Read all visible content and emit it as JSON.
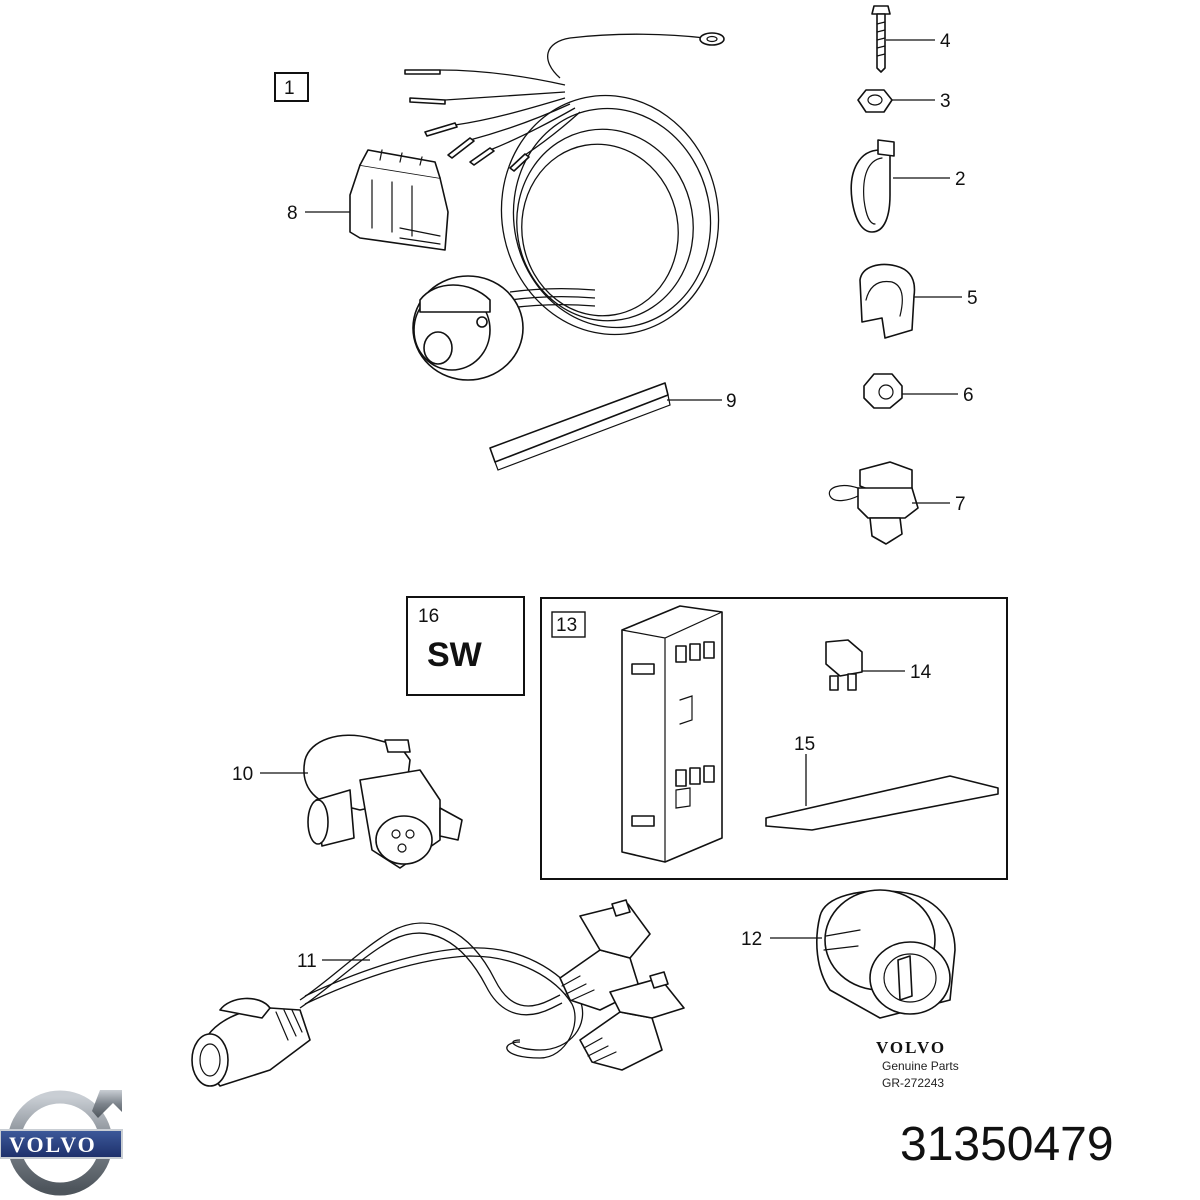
{
  "callouts": {
    "c1": "1",
    "c2": "2",
    "c3": "3",
    "c4": "4",
    "c5": "5",
    "c6": "6",
    "c7": "7",
    "c8": "8",
    "c9": "9",
    "c10": "10",
    "c11": "11",
    "c12": "12",
    "c13": "13",
    "c14": "14",
    "c15": "15",
    "c16": "16"
  },
  "sw_label": "SW",
  "brand": {
    "name": "VOLVO",
    "subtitle": "Genuine Parts",
    "drawing_ref": "GR-272243"
  },
  "logo": {
    "word": "VOLVO",
    "icon": "volvo-iron-mark-icon"
  },
  "part_number": "31350479"
}
